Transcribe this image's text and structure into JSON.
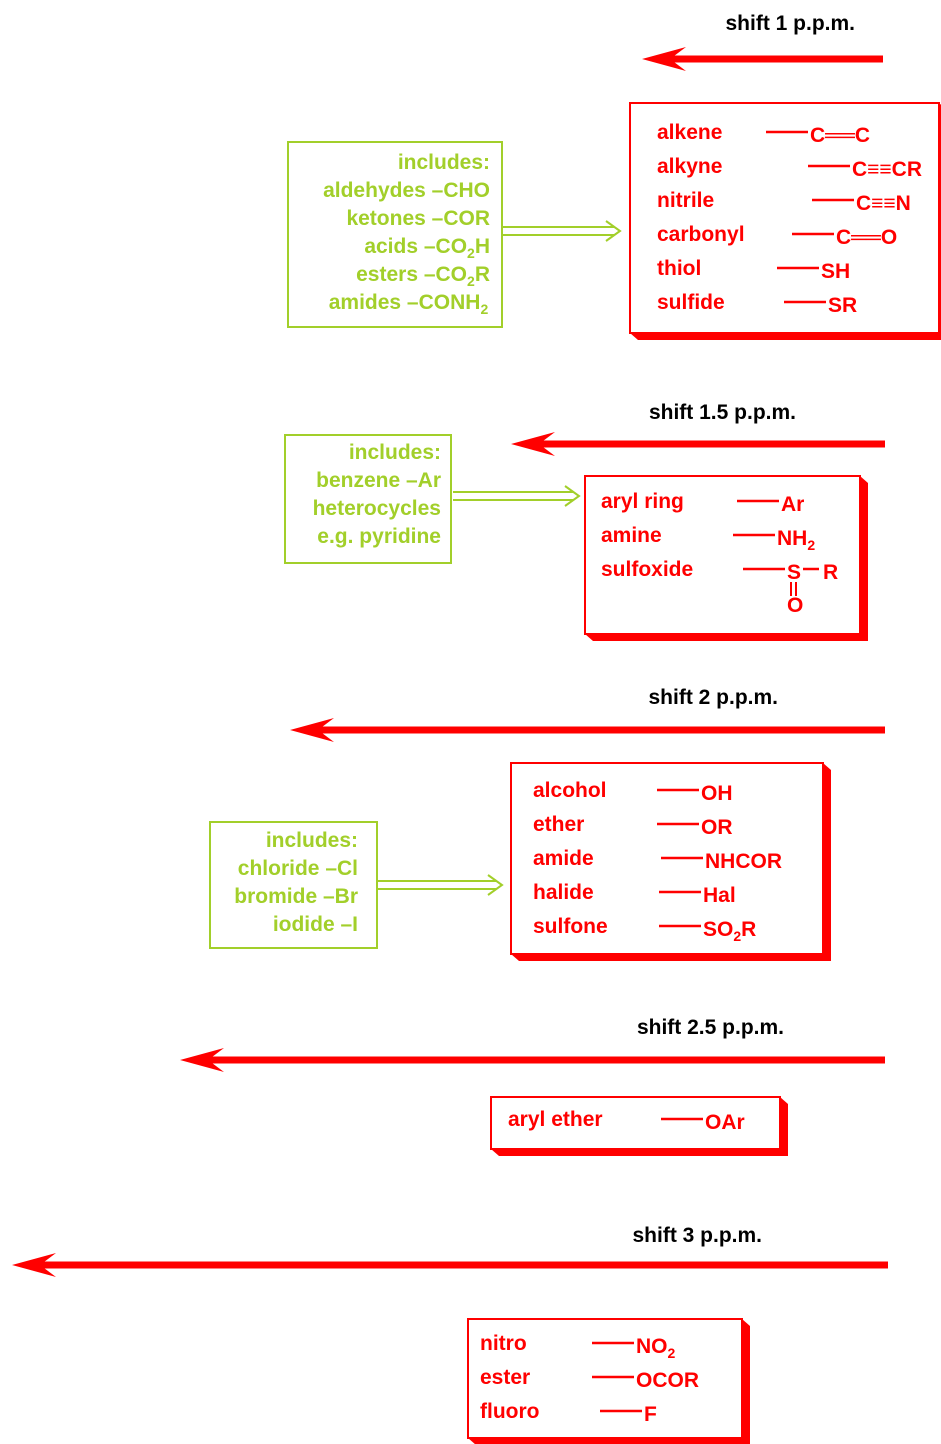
{
  "colors": {
    "red": "#ff0000",
    "green": "#a2cf2a",
    "black": "#000000",
    "shadow": "#ff0000"
  },
  "shifts": [
    {
      "label": "shift 1 p.p.m.",
      "groups": [
        {
          "name": "alkene",
          "formula": "C═C",
          "bond": "double"
        },
        {
          "name": "alkyne",
          "formula": "C≡CR",
          "bond": "triple"
        },
        {
          "name": "nitrile",
          "formula": "C≡N",
          "bond": "triple"
        },
        {
          "name": "carbonyl",
          "formula": "C═O",
          "bond": "double"
        },
        {
          "name": "thiol",
          "formula": "SH"
        },
        {
          "name": "sulfide",
          "formula": "SR"
        }
      ],
      "includes": {
        "title": "includes:",
        "lines": [
          {
            "text": "aldehydes –CHO"
          },
          {
            "text": "ketones –COR"
          },
          {
            "text": "acids –CO",
            "sub": "2",
            "after": "H"
          },
          {
            "text": "esters –CO",
            "sub": "2",
            "after": "R"
          },
          {
            "text": "amides –CONH",
            "sub": "2",
            "after": ""
          }
        ]
      }
    },
    {
      "label": "shift 1.5 p.p.m.",
      "groups": [
        {
          "name": "aryl ring",
          "formula": "Ar"
        },
        {
          "name": "amine",
          "formula": "NH",
          "sub": "2"
        },
        {
          "name": "sulfoxide",
          "formula": "S",
          "tail": "R",
          "below": "O"
        }
      ],
      "includes": {
        "title": "includes:",
        "lines": [
          {
            "text": "benzene –Ar"
          },
          {
            "text": "heterocycles"
          },
          {
            "text": "e.g. pyridine"
          }
        ]
      }
    },
    {
      "label": "shift 2 p.p.m.",
      "groups": [
        {
          "name": "alcohol",
          "formula": "OH"
        },
        {
          "name": "ether",
          "formula": "OR"
        },
        {
          "name": "amide",
          "formula": "NHCOR"
        },
        {
          "name": "halide",
          "formula": "Hal"
        },
        {
          "name": "sulfone",
          "formula": "SO",
          "sub": "2",
          "after": "R"
        }
      ],
      "includes": {
        "title": "includes:",
        "lines": [
          {
            "text": "chloride –Cl"
          },
          {
            "text": "bromide –Br"
          },
          {
            "text": "iodide –I"
          }
        ]
      }
    },
    {
      "label": "shift 2.5 p.p.m.",
      "groups": [
        {
          "name": "aryl ether",
          "formula": "OAr"
        }
      ]
    },
    {
      "label": "shift 3 p.p.m.",
      "groups": [
        {
          "name": "nitro",
          "formula": "NO",
          "sub": "2"
        },
        {
          "name": "ester",
          "formula": "OCOR"
        },
        {
          "name": "fluoro",
          "formula": "F"
        }
      ]
    }
  ]
}
